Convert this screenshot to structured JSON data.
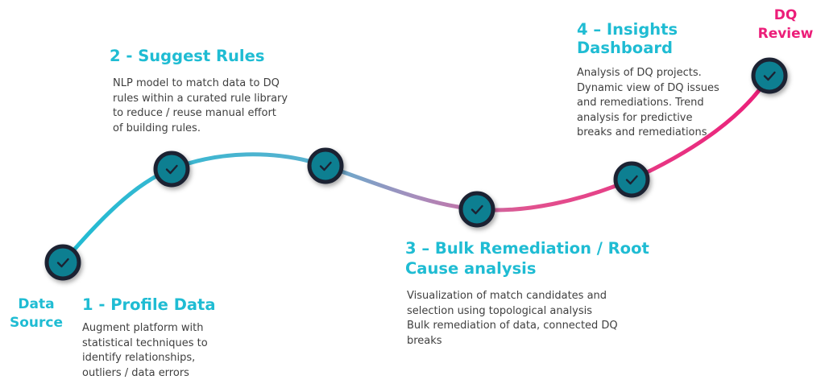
{
  "start_label": "Data\nSource",
  "end_label": "DQ\nReview",
  "steps": [
    {
      "title": "1 - Profile Data",
      "description": "Augment platform with\nstatistical techniques to\nidentify relationships,\noutliers / data errors"
    },
    {
      "title": "2 - Suggest Rules",
      "description": "NLP model to match data to DQ\nrules within a curated rule library\nto reduce / reuse manual effort\nof building rules."
    },
    {
      "title": "3 – Bulk Remediation / Root\nCause analysis",
      "description": "Visualization of match candidates and\nselection using topological analysis\nBulk remediation of data, connected DQ\nbreaks"
    },
    {
      "title": "4 – Insights\nDashboard",
      "description": "Analysis of DQ projects.\nDynamic view of DQ issues\nand remediations. Trend\nanalysis for predictive\nbreaks and remediations"
    }
  ],
  "milestone_icon": "check-icon",
  "colors": {
    "teal": "#1fbcd3",
    "mid": "#a78dbc",
    "pink": "#ec1e79",
    "node_fill": "#0d7f91",
    "node_ring": "#1b2233",
    "text": "#3f3f3f"
  }
}
